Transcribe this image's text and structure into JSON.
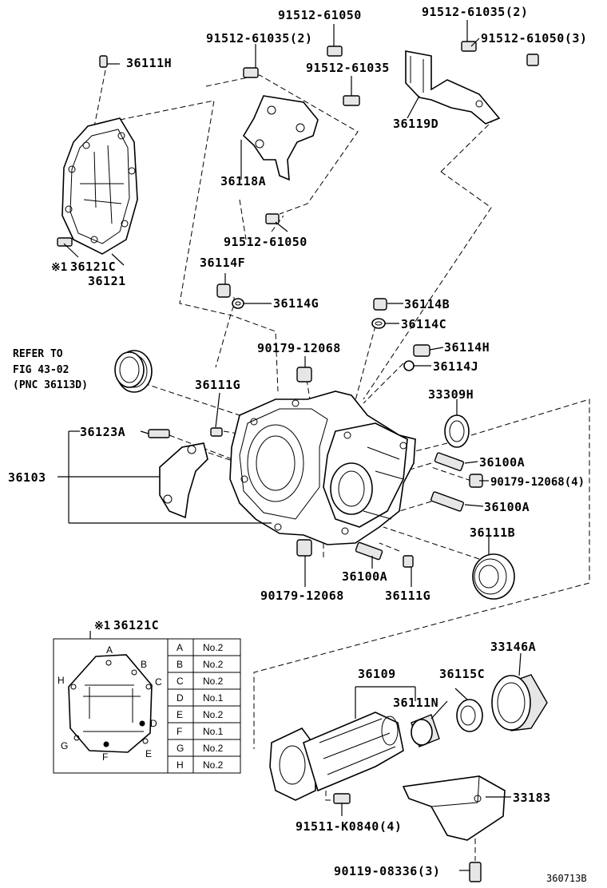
{
  "labels": {
    "p91512_61050_top": "91512-61050",
    "p91512_61035_2_top": "91512-61035(2)",
    "p91512_61035_2_left": "91512-61035(2)",
    "p91512_61050_3": "91512-61050(3)",
    "p91512_61035": "91512-61035",
    "p36111H": "36111H",
    "p36119D": "36119D",
    "p36118A": "36118A",
    "p91512_61050_mid": "91512-61050",
    "p36121C_mark": "※1",
    "p36121C": "36121C",
    "p36121": "36121",
    "p36114F": "36114F",
    "p36114G": "36114G",
    "p36114B": "36114B",
    "p36114C": "36114C",
    "p36114H": "36114H",
    "p36114J": "36114J",
    "p90179_12068_top": "90179-12068",
    "p36111G_top": "36111G",
    "p33309H": "33309H",
    "p36123A": "36123A",
    "p36103": "36103",
    "p36100A_1": "36100A",
    "p90179_12068_4": "90179-12068(4)",
    "p36100A_2": "36100A",
    "p36111B": "36111B",
    "p36100A_3": "36100A",
    "p90179_12068_bot": "90179-12068",
    "p36111G_bot": "36111G",
    "p33146A": "33146A",
    "p36109": "36109",
    "p36115C": "36115C",
    "p36111N": "36111N",
    "p33183": "33183",
    "p91511_K0840": "91511-K0840(4)",
    "p90119_08336": "90119-08336(3)",
    "refer_line1": "REFER TO",
    "refer_line2": "FIG 43-02",
    "refer_line3": "(PNC 36113D)",
    "inset_mark": "※1",
    "inset_part": "36121C",
    "figure_code": "360713B"
  },
  "inset_letters": [
    "A",
    "B",
    "C",
    "D",
    "E",
    "F",
    "G",
    "H"
  ],
  "bolt_table": [
    {
      "pos": "A",
      "bolt": "No.2"
    },
    {
      "pos": "B",
      "bolt": "No.2"
    },
    {
      "pos": "C",
      "bolt": "No.2"
    },
    {
      "pos": "D",
      "bolt": "No.1"
    },
    {
      "pos": "E",
      "bolt": "No.2"
    },
    {
      "pos": "F",
      "bolt": "No.1"
    },
    {
      "pos": "G",
      "bolt": "No.2"
    },
    {
      "pos": "H",
      "bolt": "No.2"
    }
  ]
}
